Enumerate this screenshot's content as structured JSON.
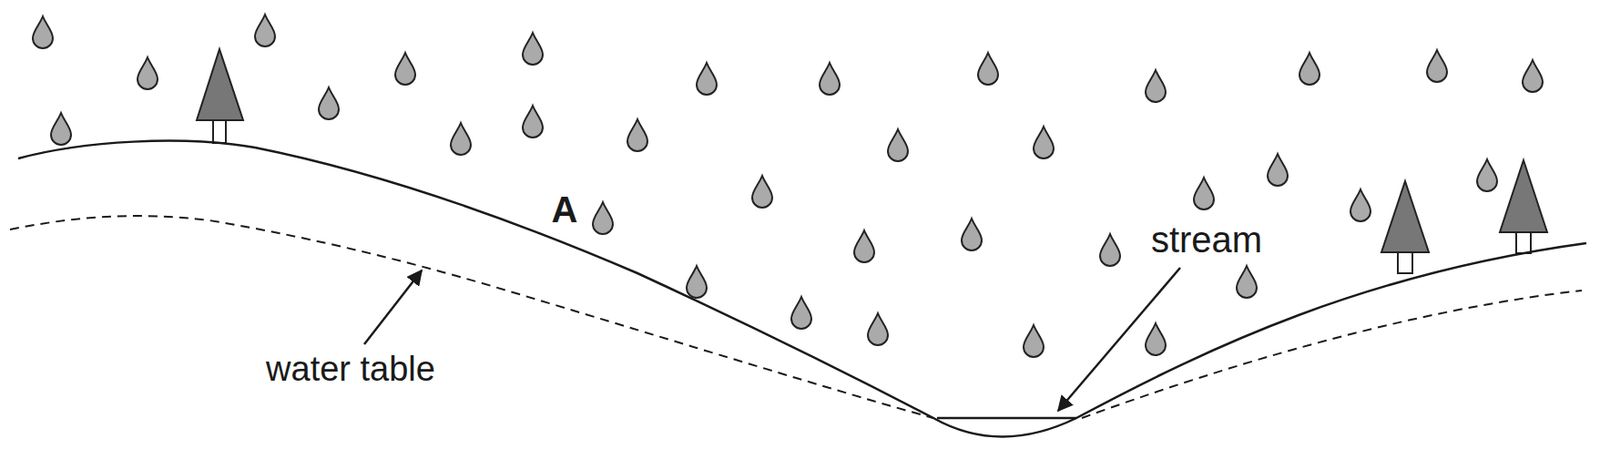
{
  "diagram": {
    "labels": [
      "A",
      "stream",
      "water table"
    ]
  }
}
